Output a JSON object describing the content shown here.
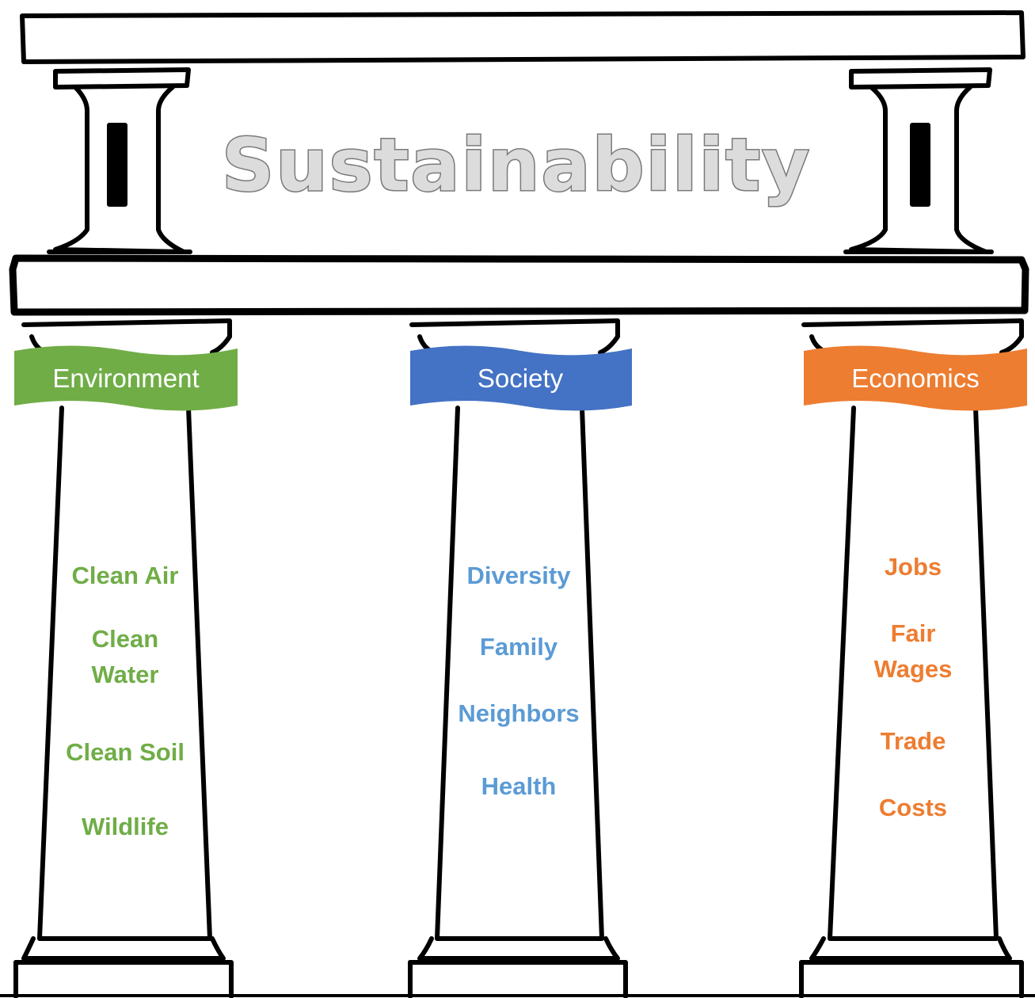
{
  "title": "Sustainability",
  "colors": {
    "environment": "#70ad47",
    "society": "#4472c4",
    "society_text": "#5b9bd5",
    "economics": "#ed7d31",
    "outline": "#000000",
    "title_fill": "#dcdcdc",
    "title_stroke": "#7a7a7a"
  },
  "pillars": [
    {
      "label": "Environment",
      "items": [
        "Clean Air",
        "Clean\nWater",
        "Clean Soil",
        "Wildlife"
      ]
    },
    {
      "label": "Society",
      "items": [
        "Diversity",
        "Family",
        "Neighbors",
        "Health"
      ]
    },
    {
      "label": "Economics",
      "items": [
        "Jobs",
        "Fair\nWages",
        "Trade",
        "Costs"
      ]
    }
  ]
}
